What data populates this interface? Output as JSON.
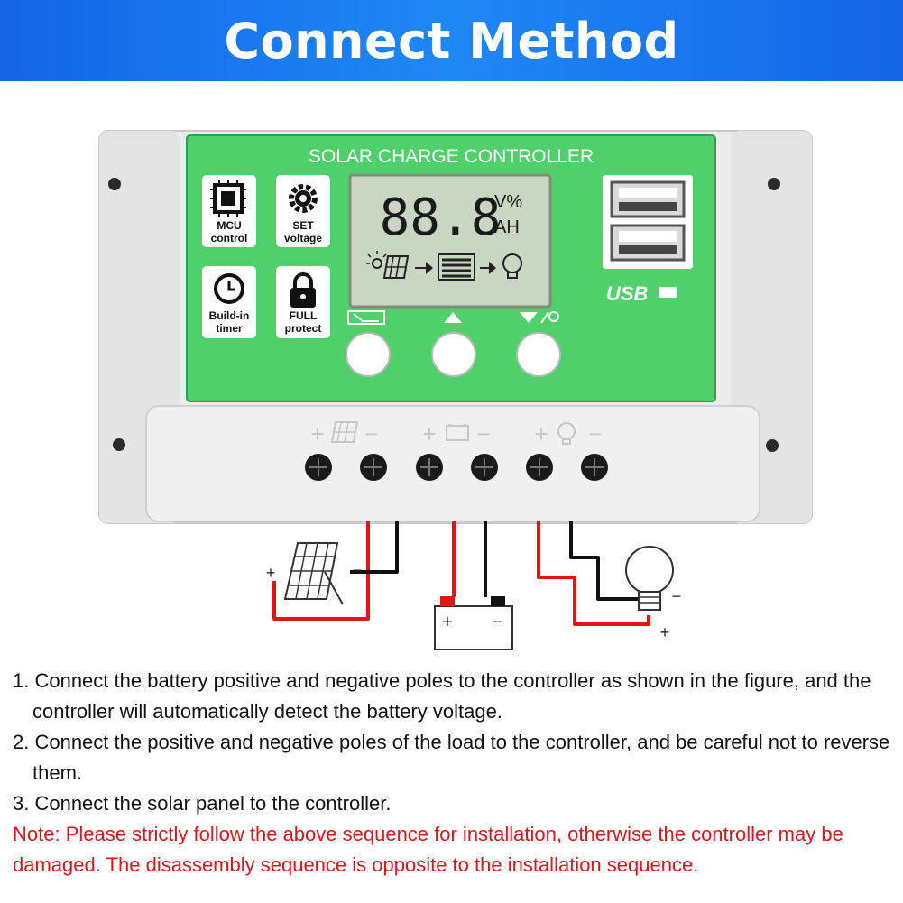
{
  "header": {
    "title": "Connect Method"
  },
  "controller": {
    "panel_title": "SOLAR CHARGE CONTROLLER",
    "features": [
      {
        "line1": "MCU",
        "line2": "control",
        "icon": "chip-icon"
      },
      {
        "line1": "SET",
        "line2": "voltage",
        "icon": "gear-icon"
      },
      {
        "line1": "Build-in",
        "line2": "timer",
        "icon": "clock-icon"
      },
      {
        "line1": "FULL",
        "line2": "protect",
        "icon": "lock-icon"
      }
    ],
    "lcd": {
      "digits": "88.8",
      "unit_top": "V%",
      "unit_bottom": "AH"
    },
    "usb_label": "USB",
    "buttons": [
      {
        "icon": "menu-icon"
      },
      {
        "icon": "up-arrow-icon"
      },
      {
        "icon": "down-arrow-bulb-icon"
      }
    ],
    "terminal_groups": [
      {
        "plus": "+",
        "minus": "−",
        "icon": "solar-panel-icon"
      },
      {
        "plus": "+",
        "minus": "−",
        "icon": "battery-icon"
      },
      {
        "plus": "+",
        "minus": "−",
        "icon": "bulb-icon"
      }
    ]
  },
  "wiring": {
    "solar_plus": "+",
    "solar_minus": "−",
    "battery_plus": "+",
    "battery_minus": "−",
    "load_plus": "+",
    "load_minus": "−",
    "colors": {
      "positive": "#e81414",
      "negative": "#111111"
    }
  },
  "instructions": {
    "steps": [
      "1. Connect the battery positive and negative poles to the controller as shown in the figure, and the controller will automatically detect the battery voltage.",
      "2. Connect the positive and negative poles of the load to the controller, and be careful not to reverse them.",
      "3. Connect the solar panel to the controller."
    ],
    "note": "Note: Please strictly follow the above sequence for installation, otherwise the controller may be damaged. The disassembly sequence is opposite to the installation sequence."
  },
  "colors": {
    "banner": "#1e88f5",
    "panel_green": "#4fd06a",
    "lcd": "#c9d6c2",
    "note_red": "#e1141d"
  }
}
